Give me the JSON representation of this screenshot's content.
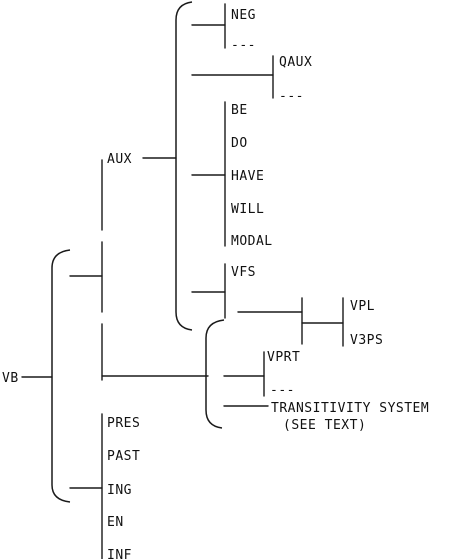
{
  "labels": {
    "neg": "NEG",
    "neg_blank": "---",
    "qaux": "QAUX",
    "qaux_blank": "---",
    "be": "BE",
    "do": "DO",
    "have": "HAVE",
    "will": "WILL",
    "modal": "MODAL",
    "aux": "AUX",
    "vfs": "VFS",
    "vpl": "VPL",
    "v3ps": "V3PS",
    "vb": "VB",
    "vprt": "VPRT",
    "vprt_blank": "---",
    "transitivity": "TRANSITIVITY SYSTEM",
    "see_text": "(SEE TEXT)",
    "pres": "PRES",
    "past": "PAST",
    "ing": "ING",
    "en": "EN",
    "inf": "INF"
  }
}
